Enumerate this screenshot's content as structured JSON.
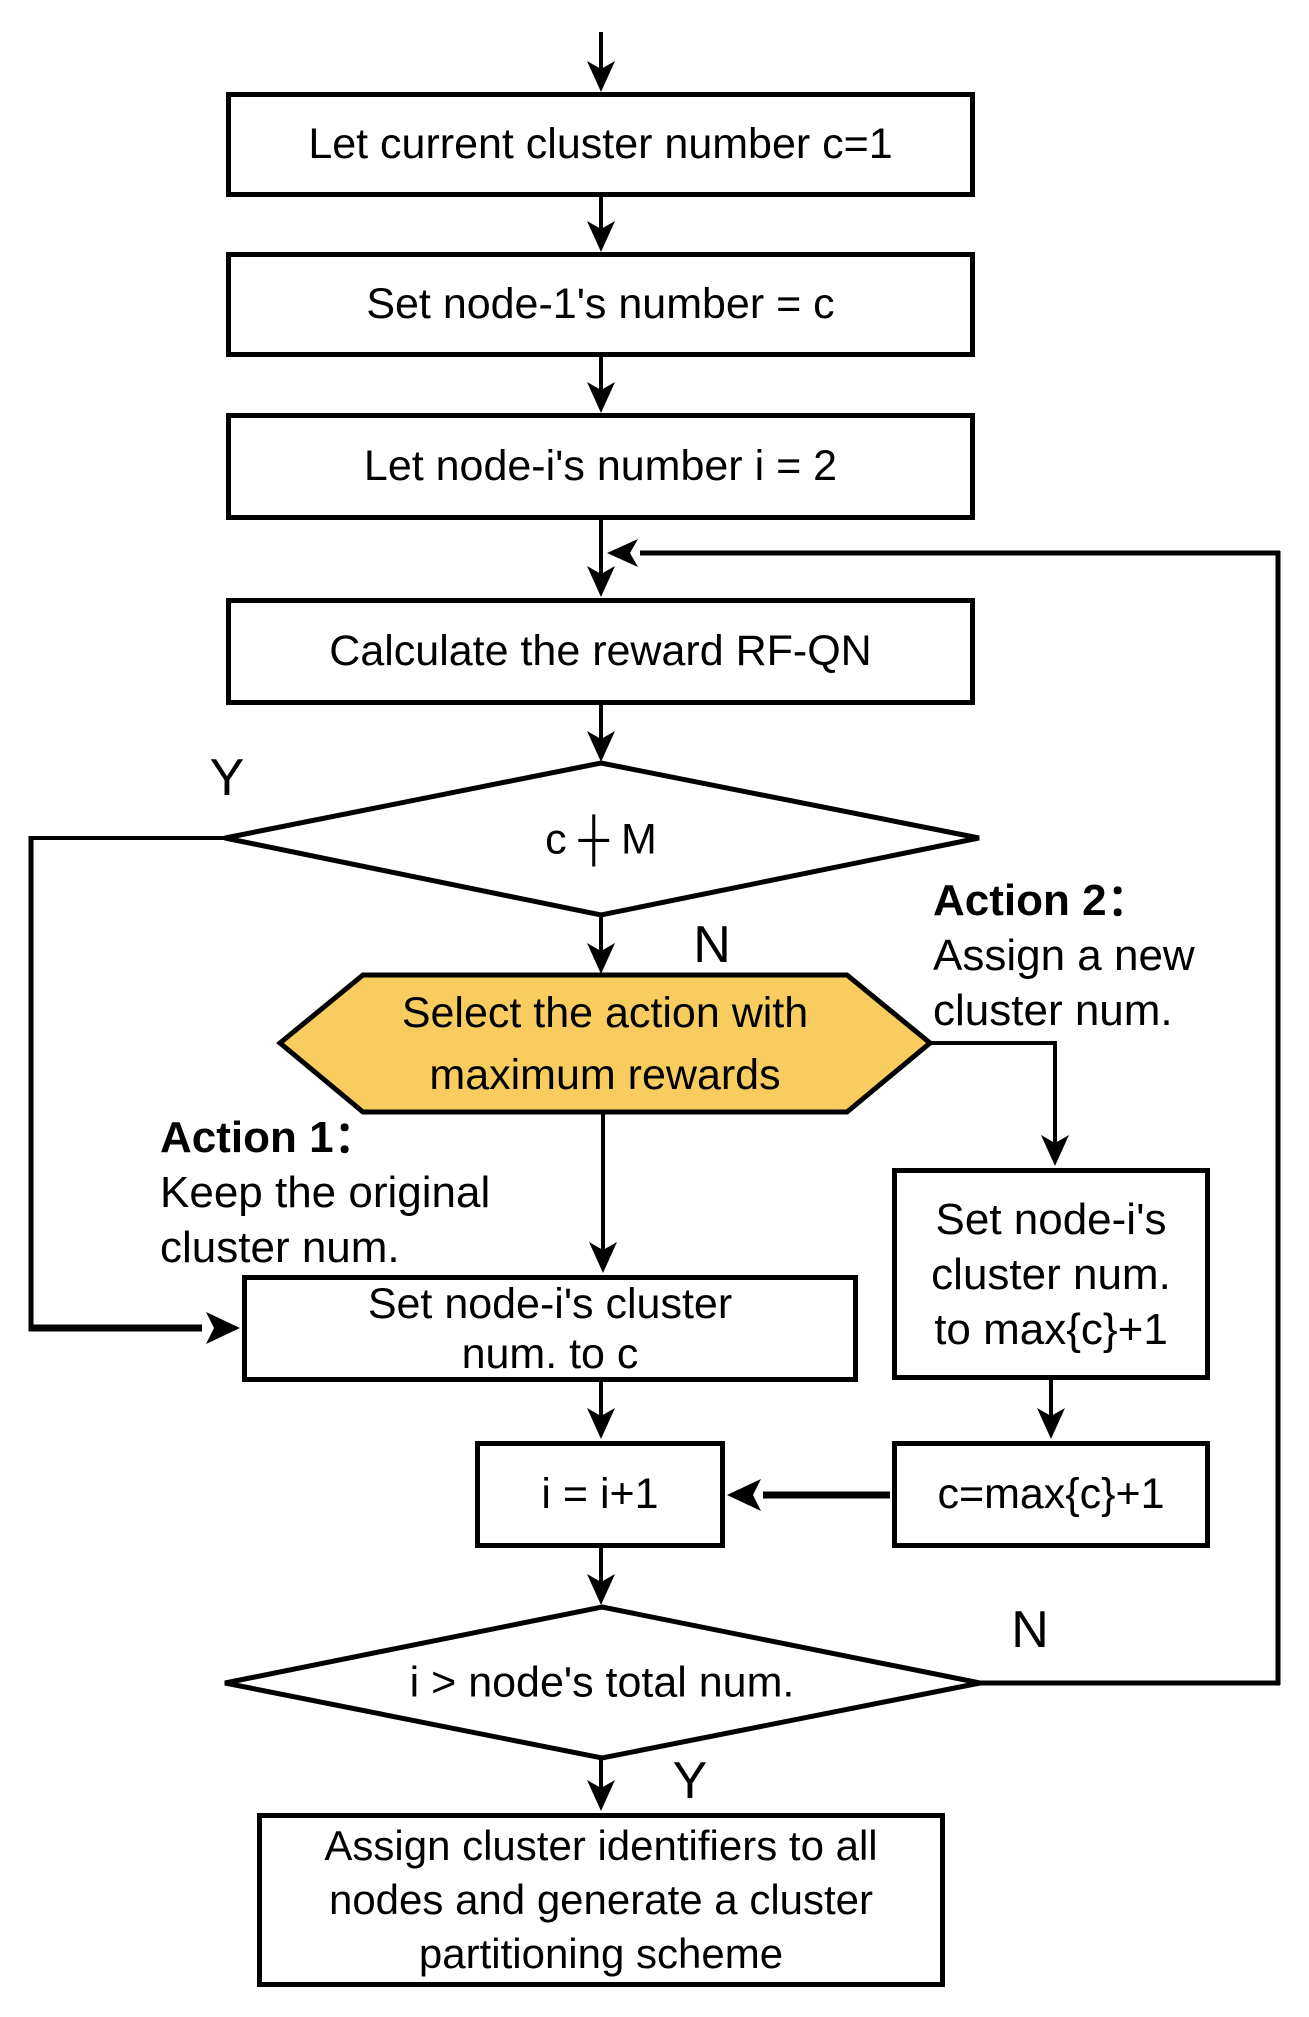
{
  "nodes": {
    "box_init_c": {
      "label": "Let current cluster number c=1"
    },
    "box_node1": {
      "label": "Set node-1's number = c"
    },
    "box_node_i": {
      "label": "Let node-i's number i = 2"
    },
    "box_reward": {
      "label": "Calculate the reward RF-QN"
    },
    "decision_c_m": {
      "label": "c ┼ M"
    },
    "hex_select": {
      "lines": [
        "Select the action with",
        "maximum rewards"
      ]
    },
    "box_set_c": {
      "lines": [
        "Set node-i's cluster",
        "num. to c"
      ]
    },
    "box_set_max": {
      "lines": [
        "Set node-i's",
        "cluster num.",
        "to max{c}+1"
      ]
    },
    "box_increment": {
      "label": "i = i+1"
    },
    "box_cmax": {
      "label": "c=max{c}+1"
    },
    "decision_total": {
      "label": "i > node's total num."
    },
    "box_final": {
      "lines": [
        "Assign cluster identifiers to all",
        "nodes and generate a cluster",
        "partitioning scheme"
      ]
    }
  },
  "annotations": {
    "action1": {
      "heading": "Action 1：",
      "lines": [
        "Keep the original",
        "cluster num."
      ]
    },
    "action2": {
      "heading": "Action 2：",
      "lines": [
        "Assign a new",
        "cluster num."
      ]
    },
    "branch_yes_top": "Y",
    "branch_no_top": "N",
    "branch_no_bottom": "N",
    "branch_yes_bottom": "Y"
  },
  "colors": {
    "hexagon_fill": "#F8CC5E",
    "line": "#000000",
    "background": "#FFFFFF"
  }
}
